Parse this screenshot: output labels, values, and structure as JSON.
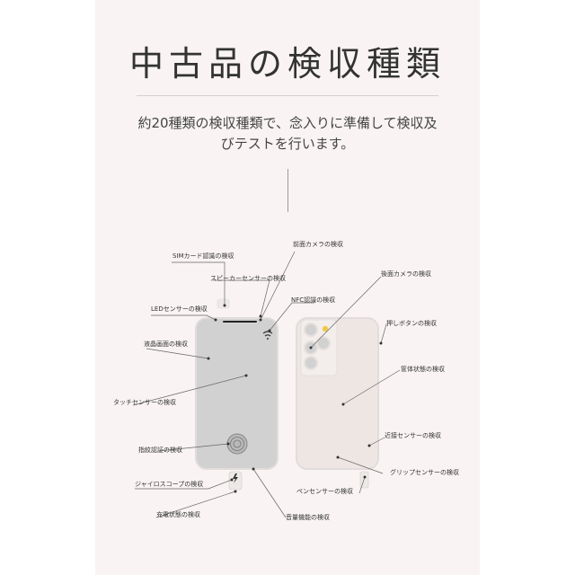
{
  "title": "中古品の検収種類",
  "subtitle": "約20種類の検収種類で、念入りに準備して検収及びテストを行います。",
  "colors": {
    "background": "#f9f4f3",
    "front_phone": "#d1d1d1",
    "back_phone": "#ede6e3",
    "camera": "#d1d1d1",
    "flash": "#f1c94a"
  },
  "labels": {
    "sim": "SIMカード認識の検収",
    "front_camera": "前面カメラの検収",
    "speaker": "スピーカーセンサーの検収",
    "nfc": "NFC認識の検収",
    "led": "LEDセンサーの検収",
    "lcd": "液晶画面の検収",
    "touch": "タッチセンサーの検収",
    "fingerprint": "指紋認証の検収",
    "gyro": "ジャイロスコープの検収",
    "charging": "充電状態の検収",
    "volume": "音量機能の検収",
    "rear_camera": "後面カメラの検収",
    "power_button": "押しボタンの検収",
    "casing": "筐体状態の検収",
    "proximity": "近接センサーの検収",
    "grip": "グリップセンサーの検収",
    "pen": "ペンセンサーの検収"
  }
}
